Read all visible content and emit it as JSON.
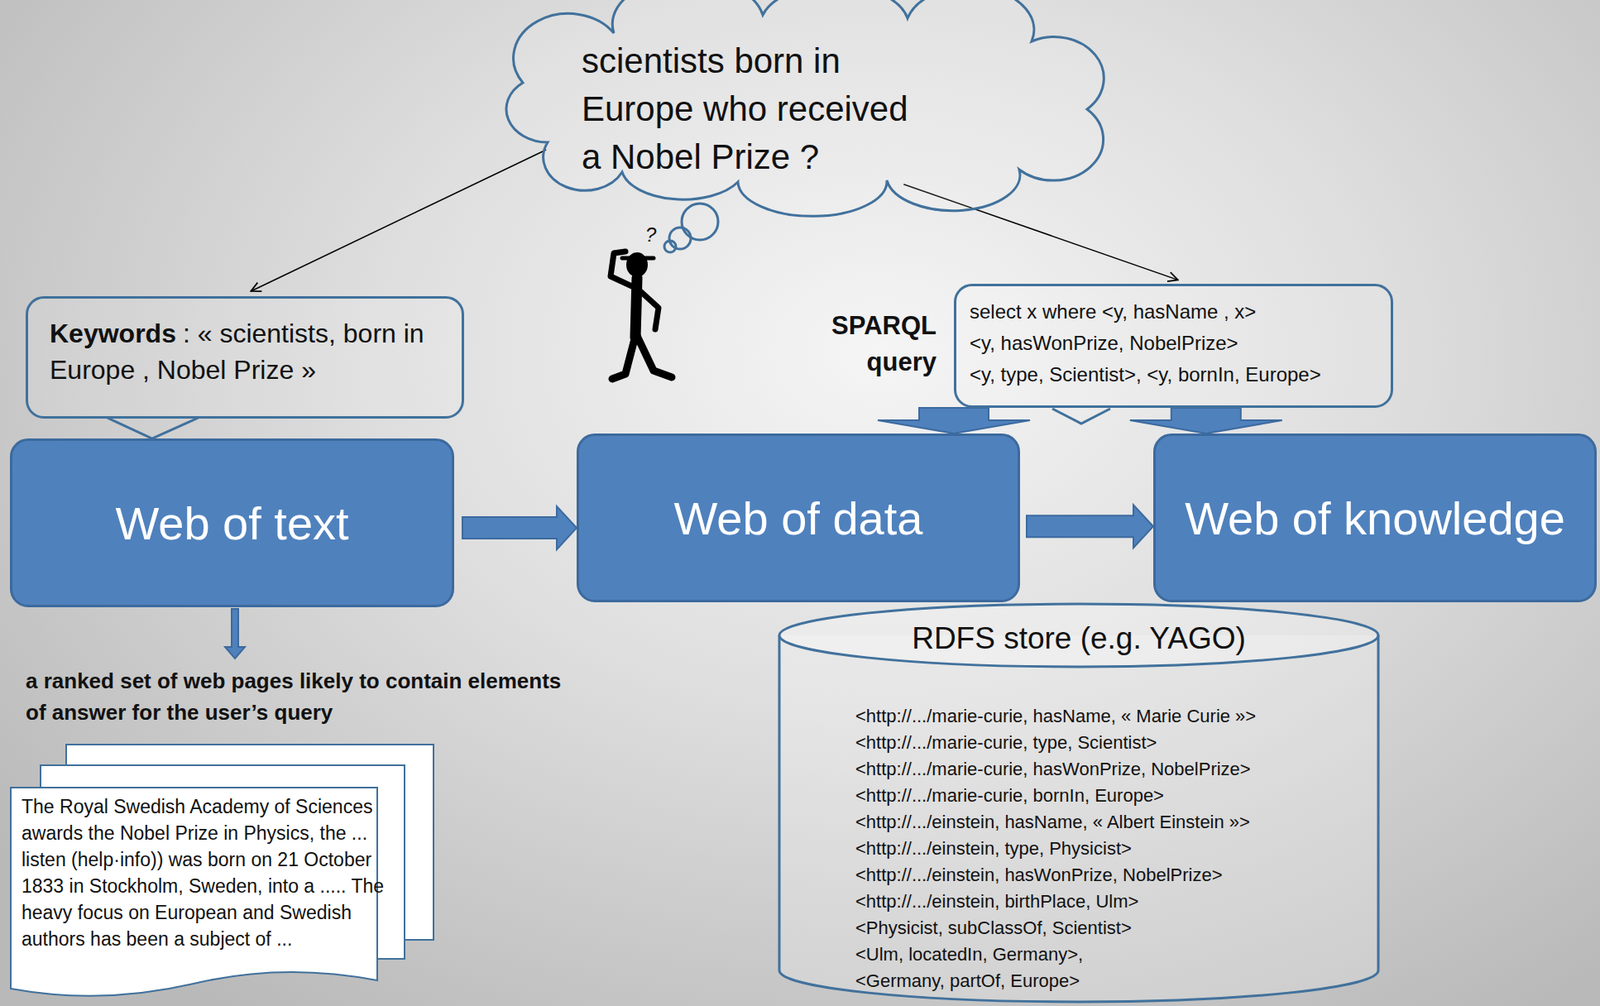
{
  "diagram": {
    "nodes": [
      {
        "text": [
          "scientists born in Europe who received a Nobel Prize ?"
        ]
      },
      {
        "text": [
          "Keywords",
          ": « scientists, born in Europe , Nobel Prize »"
        ]
      },
      {
        "text": [
          "select x where <y, hasName , x>",
          "<y, hasWonPrize, NobelPrize>",
          "<y, type, Scientist>, <y, bornIn, Europe>"
        ]
      },
      {
        "text": [
          "Web of text"
        ]
      },
      {
        "text": [
          "Web of data"
        ]
      },
      {
        "text": [
          "Web of knowledge"
        ]
      },
      {
        "text": [
          "The Royal Swedish Academy of Sciences awards the Nobel Prize in Physics, the ... listen (help·info)) was born on 21 October 1833 in Stockholm, Sweden, into a ..... The heavy focus on European and Swedish authors has been a subject of ..."
        ]
      },
      {
        "text": [
          "RDFS store (e.g. YAGO)",
          "<http://.../marie-curie, hasName, « Marie Curie »>",
          "<http://.../marie-curie, type, Scientist>",
          "<http://.../marie-curie, hasWonPrize, NobelPrize>",
          "<http://.../marie-curie, bornIn, Europe>",
          "<http://.../einstein, hasName, « Albert Einstein »>",
          "<http://.../einstein, type, Physicist>",
          "<http://.../einstein, hasWonPrize, NobelPrize>",
          "<http://.../einstein, birthPlace, Ulm>",
          "<Physicist, subClassOf, Scientist>",
          "<Ulm, locatedIn, Germany>,",
          "<Germany, partOf, Europe>"
        ]
      }
    ],
    "edges": [
      {
        "from": 0,
        "to": 1,
        "arrow": "to"
      },
      {
        "from": 0,
        "to": 2,
        "arrow": "to"
      },
      {
        "from": 1,
        "to": 3,
        "arrow": "none"
      },
      {
        "from": 2,
        "to": 4,
        "arrow": "to"
      },
      {
        "from": 2,
        "to": 5,
        "arrow": "to"
      },
      {
        "from": 3,
        "to": 4,
        "arrow": "to"
      },
      {
        "from": 4,
        "to": 5,
        "arrow": "to"
      }
    ],
    "labels": [
      "?",
      "SPARQL query",
      "a ranked set of web pages likely to contain elements of answer for the user’s query"
    ]
  }
}
